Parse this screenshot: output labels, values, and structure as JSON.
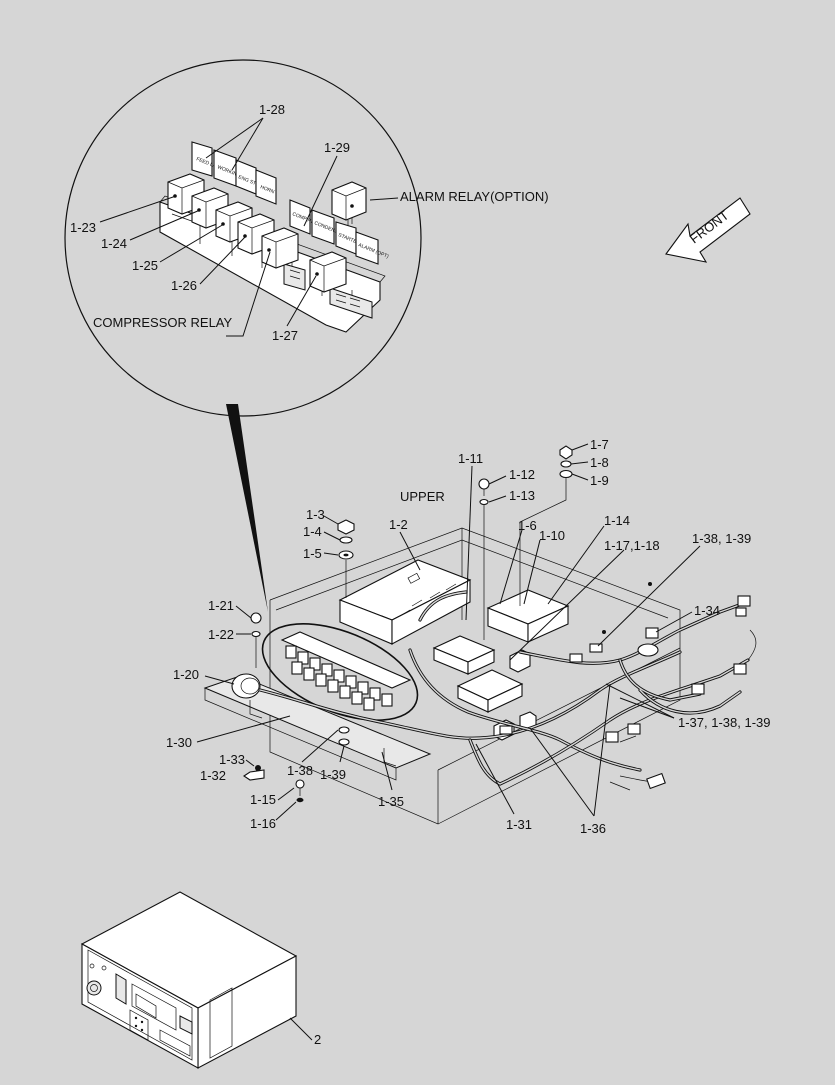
{
  "callouts": {
    "c1_28": "1-28",
    "c1_29": "1-29",
    "c1_23": "1-23",
    "c1_24": "1-24",
    "c1_25": "1-25",
    "c1_26": "1-26",
    "c1_27": "1-27",
    "alarm_relay": "ALARM RELAY(OPTION)",
    "compressor_relay": "COMPRESSOR RELAY",
    "front": "FRONT",
    "c1_7": "1-7",
    "c1_8": "1-8",
    "c1_9": "1-9",
    "c1_11": "1-11",
    "c1_12": "1-12",
    "c1_13": "1-13",
    "upper": "UPPER",
    "c1_3": "1-3",
    "c1_4": "1-4",
    "c1_5": "1-5",
    "c1_2": "1-2",
    "c1_6": "1-6",
    "c1_10": "1-10",
    "c1_14": "1-14",
    "c1_17_18": "1-17,1-18",
    "c1_38_39_top": "1-38, 1-39",
    "c1_34": "1-34",
    "c1_21": "1-21",
    "c1_22": "1-22",
    "c1_20": "1-20",
    "c1_30": "1-30",
    "c1_33": "1-33",
    "c1_32": "1-32",
    "c1_38": "1-38",
    "c1_39": "1-39",
    "c1_15": "1-15",
    "c1_16": "1-16",
    "c1_35": "1-35",
    "c1_31": "1-31",
    "c1_36": "1-36",
    "c1_37_38_39": "1-37, 1-38, 1-39",
    "c2": "2"
  },
  "relay_labels": {
    "r1": "FEED LAMP",
    "r2": "WORKING LAMP",
    "r3": "ENG STOP",
    "r4": "HORN",
    "r5": "COMP RESSOR",
    "r6": "CONDENSER FAN",
    "r7": "STARTER",
    "r8": "ALARM (OPT)"
  }
}
